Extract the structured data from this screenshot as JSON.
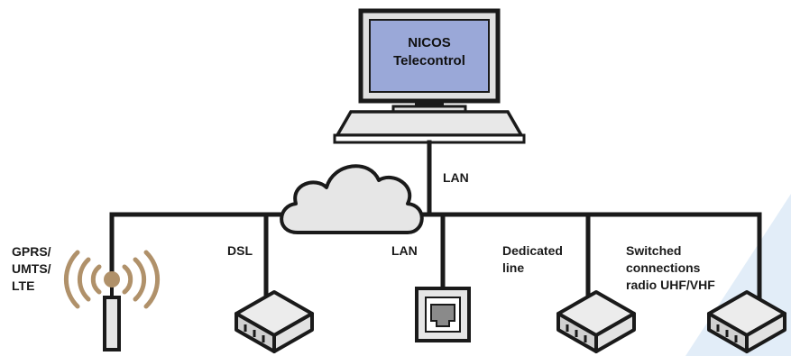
{
  "monitor": {
    "title_line1": "NICOS",
    "title_line2": "Telecontrol",
    "screen_color": "#9aa8d8"
  },
  "labels": {
    "lan_top": "LAN",
    "gprs_line1": "GPRS/",
    "gprs_line2": "UMTS/",
    "gprs_line3": "LTE",
    "dsl": "DSL",
    "lan_socket": "LAN",
    "dedicated_line1": "Dedicated",
    "dedicated_line2": "line",
    "switched_line1": "Switched",
    "switched_line2": "connections",
    "switched_line3": "radio UHF/VHF"
  },
  "colors": {
    "antenna_waves": "#b0916a",
    "device_fill": "#ececec",
    "outline": "#1a1a1a",
    "watermark": "#d6e6f5"
  },
  "icons": [
    "desktop-computer-icon",
    "cloud-icon",
    "antenna-icon",
    "modem-icon",
    "ethernet-socket-icon"
  ]
}
